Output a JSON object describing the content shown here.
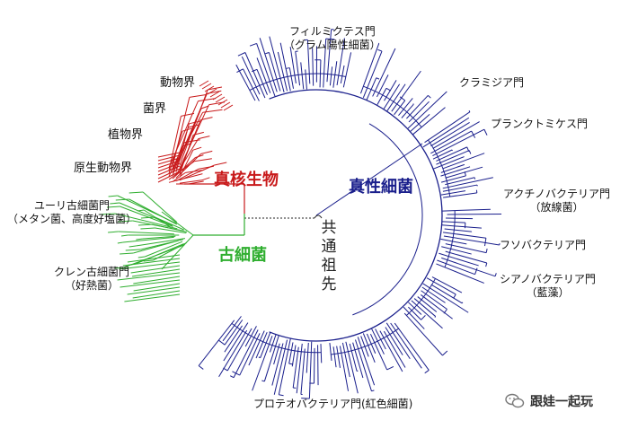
{
  "title": "",
  "colors": {
    "bacteria": "#1a1f8c",
    "eukarya": "#c8191a",
    "archaea": "#2fae2f",
    "root": "#222222"
  },
  "domains": {
    "bacteria": "真性細菌",
    "eukarya": "真核生物",
    "archaea": "古細菌",
    "common_ancestor": [
      "共",
      "通",
      "祖",
      "先"
    ]
  },
  "labels": {
    "firmicutes_1": "フィルミクテス門",
    "firmicutes_2": "（グラム陽性細菌）",
    "chlamydiae": "クラミジア門",
    "planctomycetes": "プランクトミケス門",
    "actinobacteria_1": "アクチノバクテリア門",
    "actinobacteria_2": "（放線菌）",
    "fusobacteria": "フソバクテリア門",
    "cyanobacteria_1": "シアノバクテリア門",
    "cyanobacteria_2": "（藍藻）",
    "proteobacteria": "プロテオバクテリア門(紅色細菌)",
    "animals": "動物界",
    "fungi": "菌界",
    "plants": "植物界",
    "protozoa": "原生動物界",
    "euryarchaeota_1": "ユーリ古細菌門",
    "euryarchaeota_2": "（メタン菌、高度好塩菌）",
    "crenarchaeota_1": "クレン古細菌門",
    "crenarchaeota_2": "（好熱菌）"
  },
  "watermark": {
    "text": "跟娃一起玩",
    "icon": "wechat-icon"
  }
}
